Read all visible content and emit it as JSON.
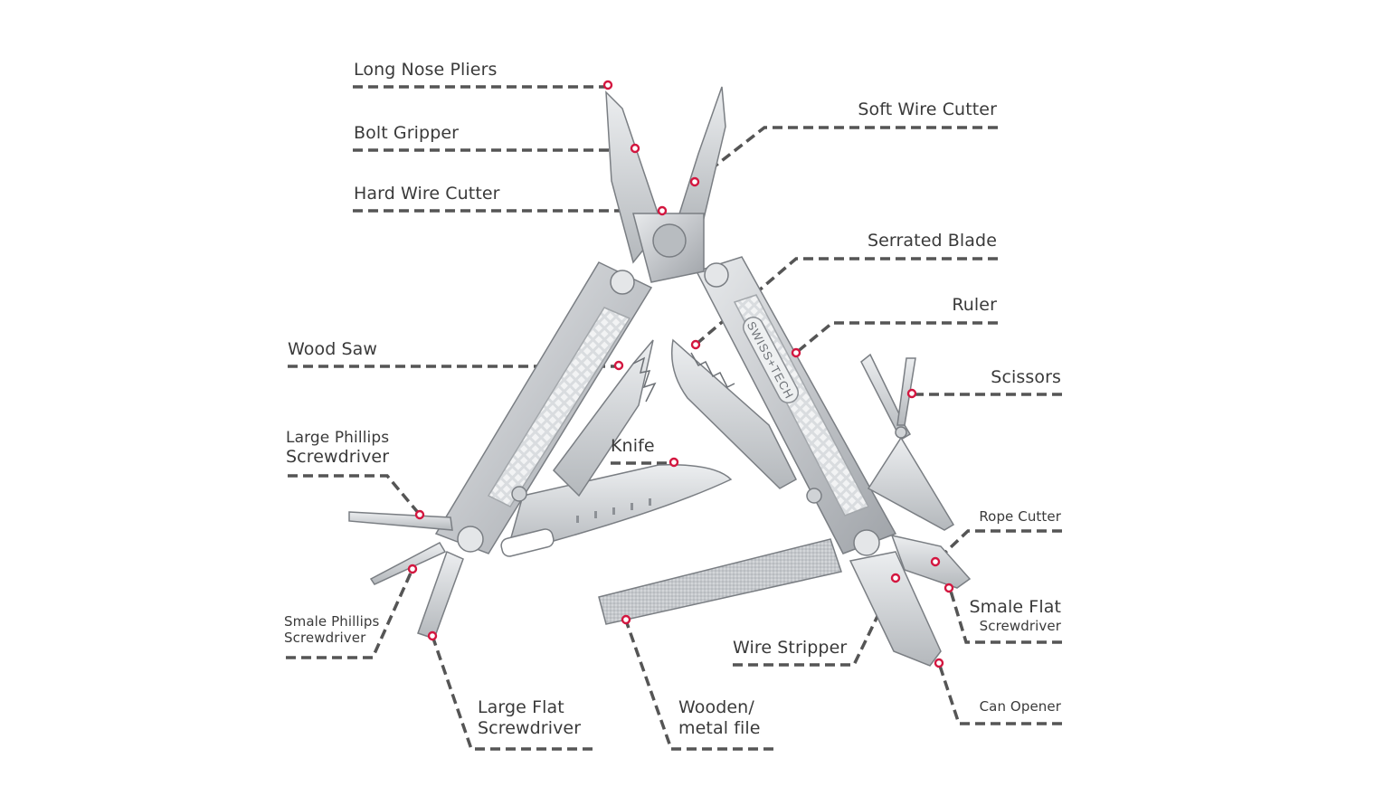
{
  "labels": {
    "long_nose_pliers": "Long Nose Pliers",
    "bolt_gripper": "Bolt Gripper",
    "hard_wire_cutter": "Hard Wire Cutter",
    "soft_wire_cutter": "Soft Wire Cutter",
    "serrated_blade": "Serrated Blade",
    "ruler": "Ruler",
    "wood_saw": "Wood Saw",
    "scissors": "Scissors",
    "large_phillips": [
      "Large Phillips",
      "Screwdriver"
    ],
    "knife": "Knife",
    "rope_cutter": "Rope Cutter",
    "smale_flat": [
      "Smale Flat",
      "Screwdriver"
    ],
    "smale_phillips": [
      "Smale Phillips",
      "Screwdriver"
    ],
    "wire_stripper": "Wire Stripper",
    "large_flat": [
      "Large Flat",
      "Screwdriver"
    ],
    "wooden_metal_file": [
      "Wooden/",
      "metal file"
    ],
    "can_opener": "Can Opener"
  },
  "tool_logo_text": "SWISS+TECH",
  "colors": {
    "marker": "#d3163f",
    "leader": "#555555",
    "label_text": "#3a3a3a",
    "steel": "#c9ccd0",
    "steel_dark": "#8a8e93"
  },
  "icons": {
    "marker": "red-ring-dot",
    "tool": "multitool-illustration"
  }
}
